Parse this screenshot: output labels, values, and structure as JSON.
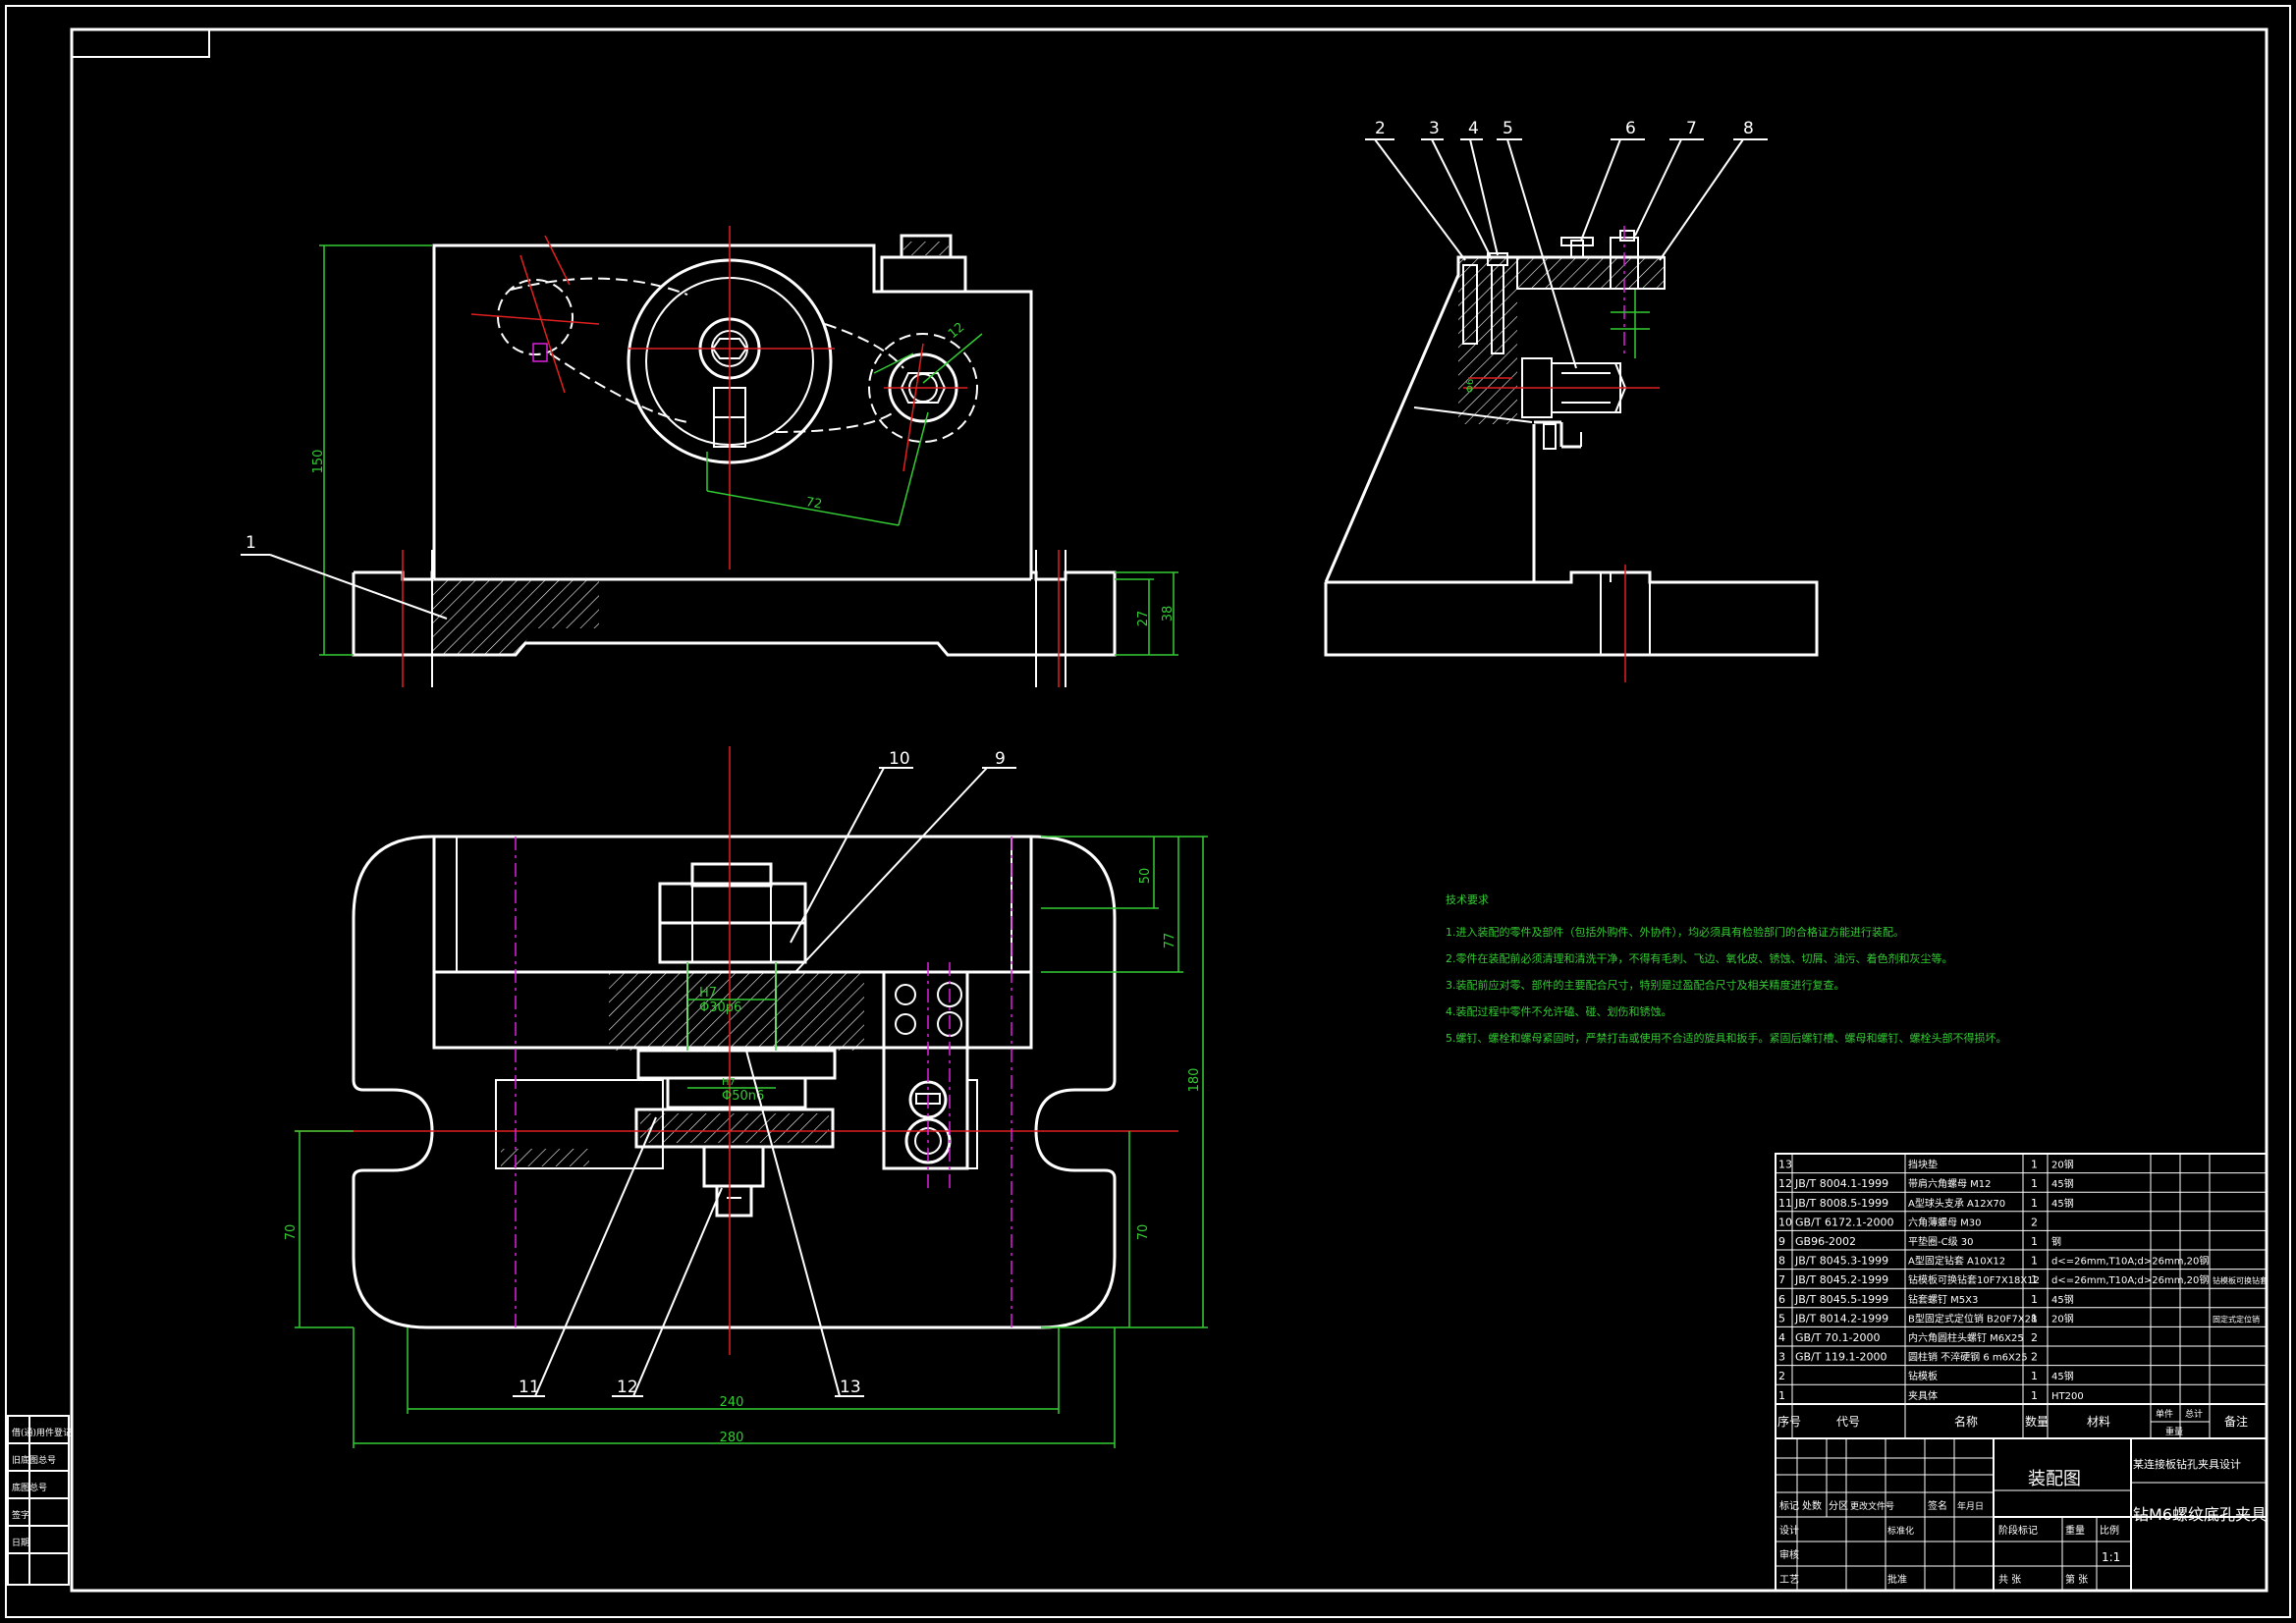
{
  "callouts": {
    "c1": "1",
    "c2": "2",
    "c3": "3",
    "c4": "4",
    "c5": "5",
    "c6": "6",
    "c7": "7",
    "c8": "8",
    "c9": "9",
    "c10": "10",
    "c11": "11",
    "c12": "12",
    "c13": "13"
  },
  "dimensions": {
    "d150": "150",
    "d27": "27",
    "d38": "38",
    "d72": "72",
    "d12": "12",
    "d50": "50",
    "d77": "77",
    "d180": "180",
    "d70a": "70",
    "d70b": "70",
    "d240": "240",
    "d280": "280",
    "fit1_top": "H7",
    "fit1_bot": "Φ30p6",
    "fit2_top": "H7",
    "fit2_bot": "Φ50n6"
  },
  "notes": {
    "heading": "技术要求",
    "lines": [
      "1.进入装配的零件及部件（包括外购件、外协件），均必须具有检验部门的合格证方能进行装配。",
      "2.零件在装配前必须清理和清洗干净，不得有毛刺、飞边、氧化皮、锈蚀、切屑、油污、着色剂和灰尘等。",
      "3.装配前应对零、部件的主要配合尺寸，特别是过盈配合尺寸及相关精度进行复查。",
      "4.装配过程中零件不允许磕、碰、划伤和锈蚀。",
      "5.螺钉、螺栓和螺母紧固时，严禁打击或使用不合适的旋具和扳手。紧固后螺钉槽、螺母和螺钉、螺栓头部不得损坏。"
    ]
  },
  "bom": {
    "rows": [
      {
        "no": "13",
        "code": "",
        "name": "挡块垫",
        "qty": "1",
        "mat": "20钢",
        "note": ""
      },
      {
        "no": "12",
        "code": "JB/T 8004.1-1999",
        "name": "带肩六角螺母 M12",
        "qty": "1",
        "mat": "45钢",
        "note": ""
      },
      {
        "no": "11",
        "code": "JB/T 8008.5-1999",
        "name": "A型球头支承 A12X70",
        "qty": "1",
        "mat": "45钢",
        "note": ""
      },
      {
        "no": "10",
        "code": "GB/T 6172.1-2000",
        "name": "六角薄螺母 M30",
        "qty": "2",
        "mat": "",
        "note": ""
      },
      {
        "no": "9",
        "code": "GB96-2002",
        "name": "平垫圈-C级 30",
        "qty": "1",
        "mat": "钢",
        "note": ""
      },
      {
        "no": "8",
        "code": "JB/T 8045.3-1999",
        "name": "A型固定钻套 A10X12",
        "qty": "1",
        "mat": "d<=26mm,T10A;d>26mm,20钢",
        "note": ""
      },
      {
        "no": "7",
        "code": "JB/T 8045.2-1999",
        "name": "钻模板可换钻套10F7X18X12",
        "qty": "1",
        "mat": "d<=26mm,T10A;d>26mm,20钢",
        "note": "钻模板可换钻套"
      },
      {
        "no": "6",
        "code": "JB/T 8045.5-1999",
        "name": "钻套螺钉 M5X3",
        "qty": "1",
        "mat": "45钢",
        "note": ""
      },
      {
        "no": "5",
        "code": "JB/T 8014.2-1999",
        "name": "B型固定式定位销 B20F7X28",
        "qty": "1",
        "mat": "20钢",
        "note": "固定式定位销"
      },
      {
        "no": "4",
        "code": "GB/T 70.1-2000",
        "name": "内六角圆柱头螺钉 M6X25",
        "qty": "2",
        "mat": "",
        "note": ""
      },
      {
        "no": "3",
        "code": "GB/T 119.1-2000",
        "name": "圆柱销 不淬硬钢 6 m6X25",
        "qty": "2",
        "mat": "",
        "note": ""
      },
      {
        "no": "2",
        "code": "",
        "name": "钻模板",
        "qty": "1",
        "mat": "45钢",
        "note": ""
      },
      {
        "no": "1",
        "code": "",
        "name": "夹具体",
        "qty": "1",
        "mat": "HT200",
        "note": ""
      }
    ],
    "header": {
      "no": "序号",
      "code": "代号",
      "name": "名称",
      "qty": "数量",
      "mat": "材料",
      "single": "单件",
      "total": "总计",
      "weight": "重量",
      "note": "备注"
    }
  },
  "titleblock": {
    "drawing_name": "装配图",
    "org": "某连接板钻孔夹具设计",
    "product": "钻M6螺纹底孔夹具",
    "scale": "1:1",
    "labels": [
      "标记",
      "处数",
      "分区",
      "更改文件号",
      "签名",
      "年月日",
      "设计",
      "标准化",
      "审核",
      "工艺",
      "批准",
      "阶段标记",
      "重量",
      "比例",
      "共 张",
      "第 张"
    ]
  },
  "sidestrip": [
    "借(通)用件登记",
    "旧底图总号",
    "底图总号",
    "签字",
    "日期"
  ]
}
